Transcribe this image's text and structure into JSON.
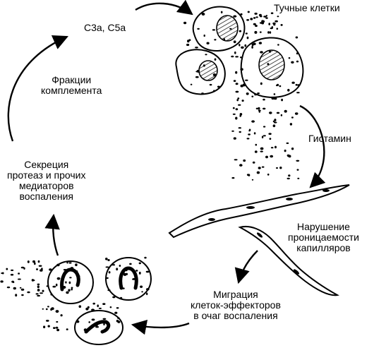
{
  "labels": {
    "mast_cells": "Тучные клетки",
    "c3a_c5a": "С3а, С5а",
    "complement": [
      "Фракции",
      "комплемента"
    ],
    "histamine": "Гистамин",
    "permeability": [
      "Нарушение",
      "проницаемости",
      "капилляров"
    ],
    "migration": [
      "Миграция",
      "клеток-эффекторов",
      "в очаг воспаления"
    ],
    "secretion": [
      "Секреция",
      "протеаз и прочих",
      "медиаторов",
      "воспаления"
    ]
  }
}
